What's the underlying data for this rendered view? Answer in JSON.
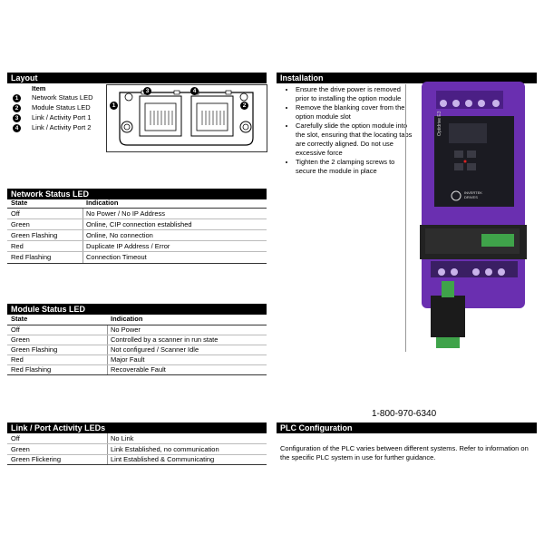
{
  "layout": {
    "header": "Layout",
    "item_col": "Item",
    "items": [
      {
        "n": "1",
        "label": "Network Status LED"
      },
      {
        "n": "2",
        "label": "Module Status LED"
      },
      {
        "n": "3",
        "label": "Link / Activity Port 1"
      },
      {
        "n": "4",
        "label": "Link / Activity Port 2"
      }
    ],
    "diagram_marks": [
      "1",
      "2",
      "3",
      "4"
    ]
  },
  "installation": {
    "header": "Installation",
    "steps": [
      "Ensure the drive power is removed prior to installing the option module",
      "Remove the blanking cover from the option module slot",
      "Carefully slide the option module into the slot, ensuring that the locating tabs are correctly aligned. Do not use excessive force",
      "Tighten the 2 clamping screws to secure the module in place"
    ]
  },
  "network": {
    "header": "Network Status LED",
    "col_state": "State",
    "col_indication": "Indication",
    "rows": [
      {
        "state": "Off",
        "indication": "No Power / No IP Address"
      },
      {
        "state": "Green",
        "indication": "Online, CIP connection established"
      },
      {
        "state": "Green Flashing",
        "indication": "Online, No connection"
      },
      {
        "state": "Red",
        "indication": "Duplicate IP Address / Error"
      },
      {
        "state": "Red Flashing",
        "indication": "Connection Timeout"
      }
    ]
  },
  "module": {
    "header": "Module Status LED",
    "col_state": "State",
    "col_indication": "Indication",
    "rows": [
      {
        "state": "Off",
        "indication": "No Power"
      },
      {
        "state": "Green",
        "indication": "Controlled by a scanner in run state"
      },
      {
        "state": "Green Flashing",
        "indication": "Not configured / Scanner Idle"
      },
      {
        "state": "Red",
        "indication": "Major Fault"
      },
      {
        "state": "Red Flashing",
        "indication": "Recoverable Fault"
      }
    ]
  },
  "link": {
    "header": "Link / Port Activity LEDs",
    "rows": [
      {
        "state": "Off",
        "indication": "No Link"
      },
      {
        "state": "Green",
        "indication": "Link Established, no communication"
      },
      {
        "state": "Green Flickering",
        "indication": "Lint Established & Communicating"
      }
    ]
  },
  "phone": "1-800-970-6340",
  "plc": {
    "header": "PLC Configuration",
    "text": "Configuration of the PLC varies between different systems. Refer to information on the specific PLC system in use for further guidance."
  },
  "device": {
    "brand": "INVERTEK DRIVES",
    "model": "Optidrive E3"
  },
  "colors": {
    "header_bg": "#000000",
    "drive_purple": "#6a2fb0",
    "module_green": "#3fa34a"
  }
}
